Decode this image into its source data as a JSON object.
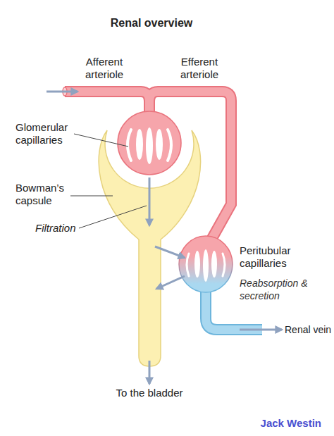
{
  "diagram": {
    "title": "Renal overview",
    "labels": [
      "Afferent arteriole",
      "Efferent arteriole",
      "Glomerular capillaries",
      "Bowman’s capsule",
      "Filtration",
      "Peritubular capillaries",
      "Reabsorption & secretion",
      "Renal vein",
      "To the bladder",
      "Jack Westin"
    ]
  }
}
